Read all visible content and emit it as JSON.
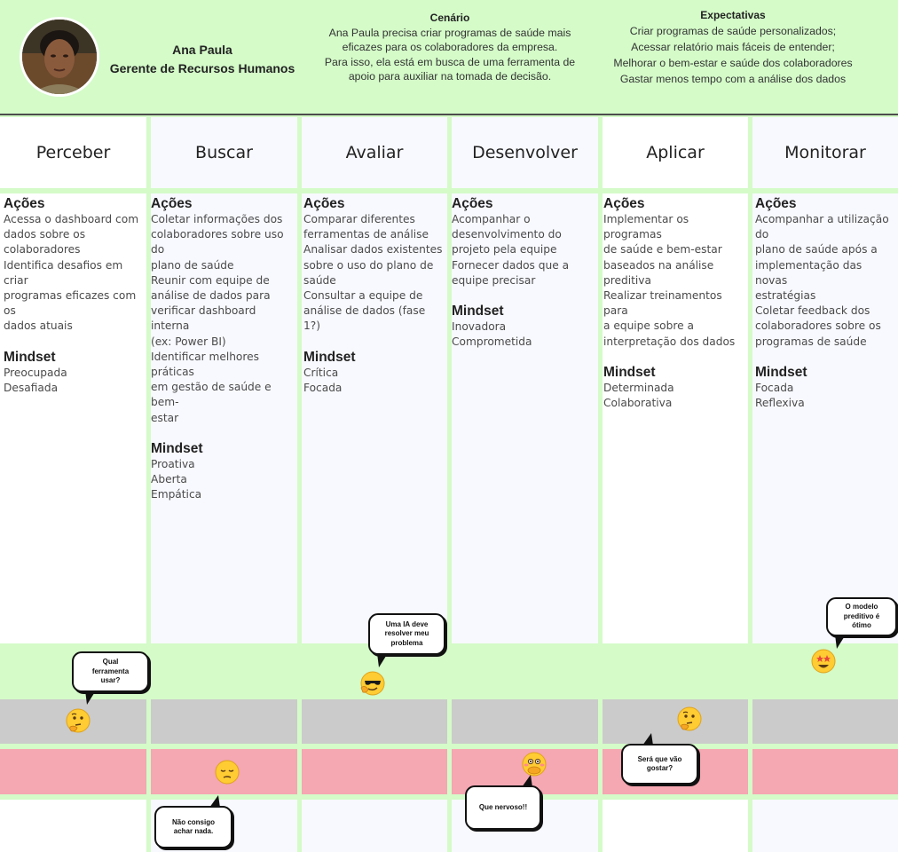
{
  "persona": {
    "name": "Ana Paula",
    "role": "Gerente de Recursos Humanos"
  },
  "scenario": {
    "title": "Cenário",
    "lines": [
      "Ana Paula precisa criar programas de saúde mais",
      "eficazes para os colaboradores da empresa.",
      "Para isso, ela está em busca de uma ferramenta de",
      "apoio para auxiliar na tomada de decisão."
    ]
  },
  "expectations": {
    "title": "Expectativas",
    "lines": [
      "Criar programas de saúde personalizados;",
      "Acessar relatório mais fáceis de entender;",
      "Melhorar o bem-estar e saúde dos colaboradores",
      "Gastar menos tempo com a análise dos dados"
    ]
  },
  "phases": [
    {
      "name": "Perceber",
      "actions_title": "Ações",
      "actions": [
        "Acessa o dashboard com",
        "dados sobre os",
        "colaboradores",
        "Identifica desafios em criar",
        "programas eficazes com os",
        "dados atuais"
      ],
      "mindset_title": "Mindset",
      "mindset": [
        "Preocupada",
        "Desafiada"
      ]
    },
    {
      "name": "Buscar",
      "actions_title": "Ações",
      "actions": [
        "Coletar informações dos",
        "colaboradores sobre uso do",
        "plano de saúde",
        "Reunir com equipe de",
        "análise de dados para",
        "verificar dashboard interna",
        "(ex: Power BI)",
        "Identificar melhores práticas",
        "em gestão de saúde e bem-",
        "estar"
      ],
      "mindset_title": "Mindset",
      "mindset": [
        "Proativa",
        "Aberta",
        "Empática"
      ]
    },
    {
      "name": "Avaliar",
      "actions_title": "Ações",
      "actions": [
        "Comparar diferentes",
        "ferramentas de análise",
        "Analisar dados existentes",
        "sobre o uso do plano de",
        "saúde",
        "Consultar a equipe de",
        "análise de dados (fase 1?)"
      ],
      "mindset_title": "Mindset",
      "mindset": [
        "Crítica",
        "Focada"
      ]
    },
    {
      "name": "Desenvolver",
      "actions_title": "Ações",
      "actions": [
        "Acompanhar o",
        "desenvolvimento do",
        "projeto pela equipe",
        "Fornecer dados que a",
        "equipe precisar"
      ],
      "mindset_title": "Mindset",
      "mindset": [
        "Inovadora",
        "Comprometida"
      ]
    },
    {
      "name": "Aplicar",
      "actions_title": "Ações",
      "actions": [
        "Implementar os programas",
        "de saúde e bem-estar",
        "baseados na análise",
        "preditiva",
        "Realizar treinamentos para",
        "a equipe sobre a",
        "interpretação dos dados"
      ],
      "mindset_title": "Mindset",
      "mindset": [
        "Determinada",
        "Colaborativa"
      ]
    },
    {
      "name": "Monitorar",
      "actions_title": "Ações",
      "actions": [
        "Acompanhar a utilização do",
        "plano de saúde após a",
        "implementação das novas",
        "estratégias",
        "Coletar feedback dos",
        "colaboradores sobre os",
        "programas de saúde"
      ],
      "mindset_title": "Mindset",
      "mindset": [
        "Focada",
        "Reflexiva"
      ]
    }
  ],
  "emotion_lanes": {
    "positive_color": "#d4fbc8",
    "neutral_color": "#cbcbcb",
    "negative_color": "#f5a7b2"
  },
  "bubbles": {
    "perceber": [
      "Qual",
      "ferramenta",
      "usar?"
    ],
    "avaliar": [
      "Uma IA deve",
      "resolver meu",
      "problema"
    ],
    "monitorar": [
      "O modelo",
      "preditivo é",
      "ótimo"
    ],
    "aplicar": [
      "Será que vão",
      "gostar?"
    ],
    "desenvolver": [
      "Que nervoso!!"
    ],
    "buscar": [
      "Não consigo",
      "achar nada."
    ]
  },
  "emojis": {
    "perceber": "thinking-face-icon",
    "buscar": "pensive-face-icon",
    "avaliar": "cool-sunglasses-face-icon",
    "desenvolver": "face-with-open-eyes-and-hand-over-mouth-icon",
    "aplicar": "thinking-face-icon",
    "monitorar": "star-struck-face-icon"
  }
}
